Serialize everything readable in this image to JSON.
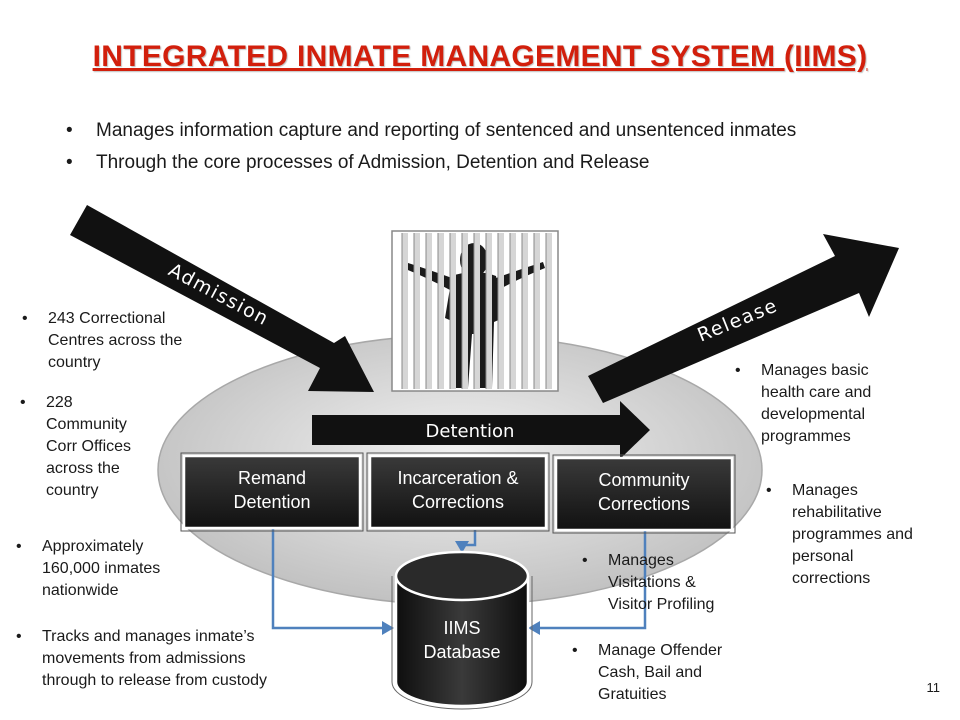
{
  "title": "INTEGRATED INMATE MANAGEMENT SYSTEM (IIMS)",
  "intro_bullets": [
    "Manages information capture and reporting of sentenced and unsentenced inmates",
    "Through the core processes of Admission, Detention and Release"
  ],
  "arrows": {
    "admission": "Admission",
    "release": "Release",
    "detention": "Detention"
  },
  "process_boxes": {
    "remand": [
      "Remand",
      "Detention"
    ],
    "incarceration": [
      "Incarceration &",
      "Corrections"
    ],
    "community": [
      "Community",
      "Corrections"
    ]
  },
  "database": [
    "IIMS",
    "Database"
  ],
  "left_notes": {
    "centres": [
      "243 Correctional",
      "Centres across the",
      "country"
    ],
    "offices": [
      "228",
      "Community",
      "Corr Offices",
      "across the",
      "country"
    ],
    "inmates": [
      "Approximately",
      "160,000 inmates",
      "nationwide"
    ],
    "movements": [
      "Tracks and manages inmate’s",
      "movements from admissions",
      "through to release from custody"
    ]
  },
  "right_notes": {
    "health": [
      "Manages basic",
      "health care and",
      "developmental",
      "programmes"
    ],
    "rehab": [
      "Manages",
      "rehabilitative",
      "programmes and",
      "personal",
      "corrections"
    ],
    "visitations": [
      "Manages",
      "Visitations &",
      "Visitor Profiling"
    ],
    "cash": [
      "Manage Offender",
      "Cash, Bail and",
      "Gratuities"
    ]
  },
  "page_number": "11",
  "colors": {
    "title": "#d21f0c",
    "arrow": "#111111",
    "box_fill": "#1c1c1c",
    "connector": "#4f81bd",
    "ellipse": "#c8c8c8"
  },
  "icons": {
    "prisoner": "prisoner-behind-bars-icon"
  }
}
